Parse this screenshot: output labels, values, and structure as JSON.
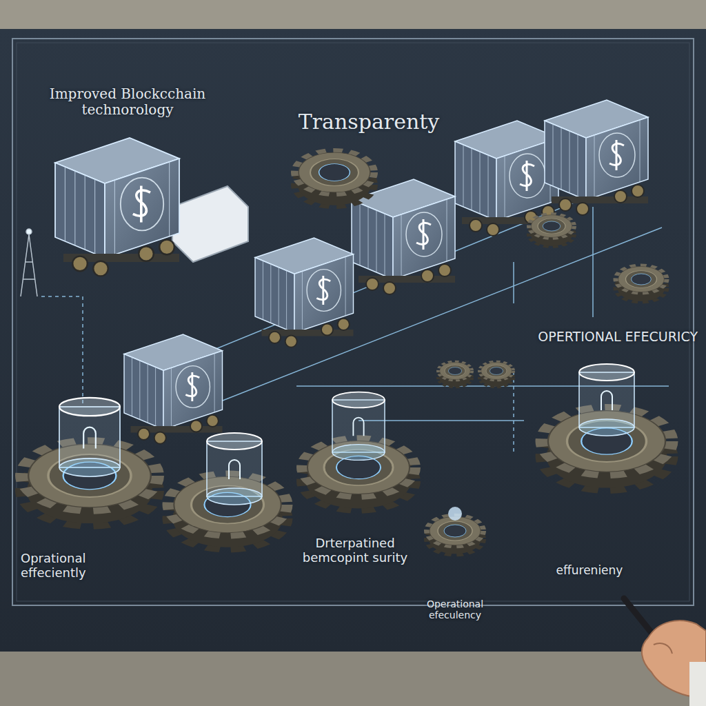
{
  "diagram": {
    "labels": [
      "Improved Blockcchain technorology",
      "Transparenty",
      "OPERTIONAL EFECURICY",
      "Oprational effeciently",
      "Drterpatined bemcopint surity",
      "Operational efeculency",
      "effurenieny"
    ]
  }
}
